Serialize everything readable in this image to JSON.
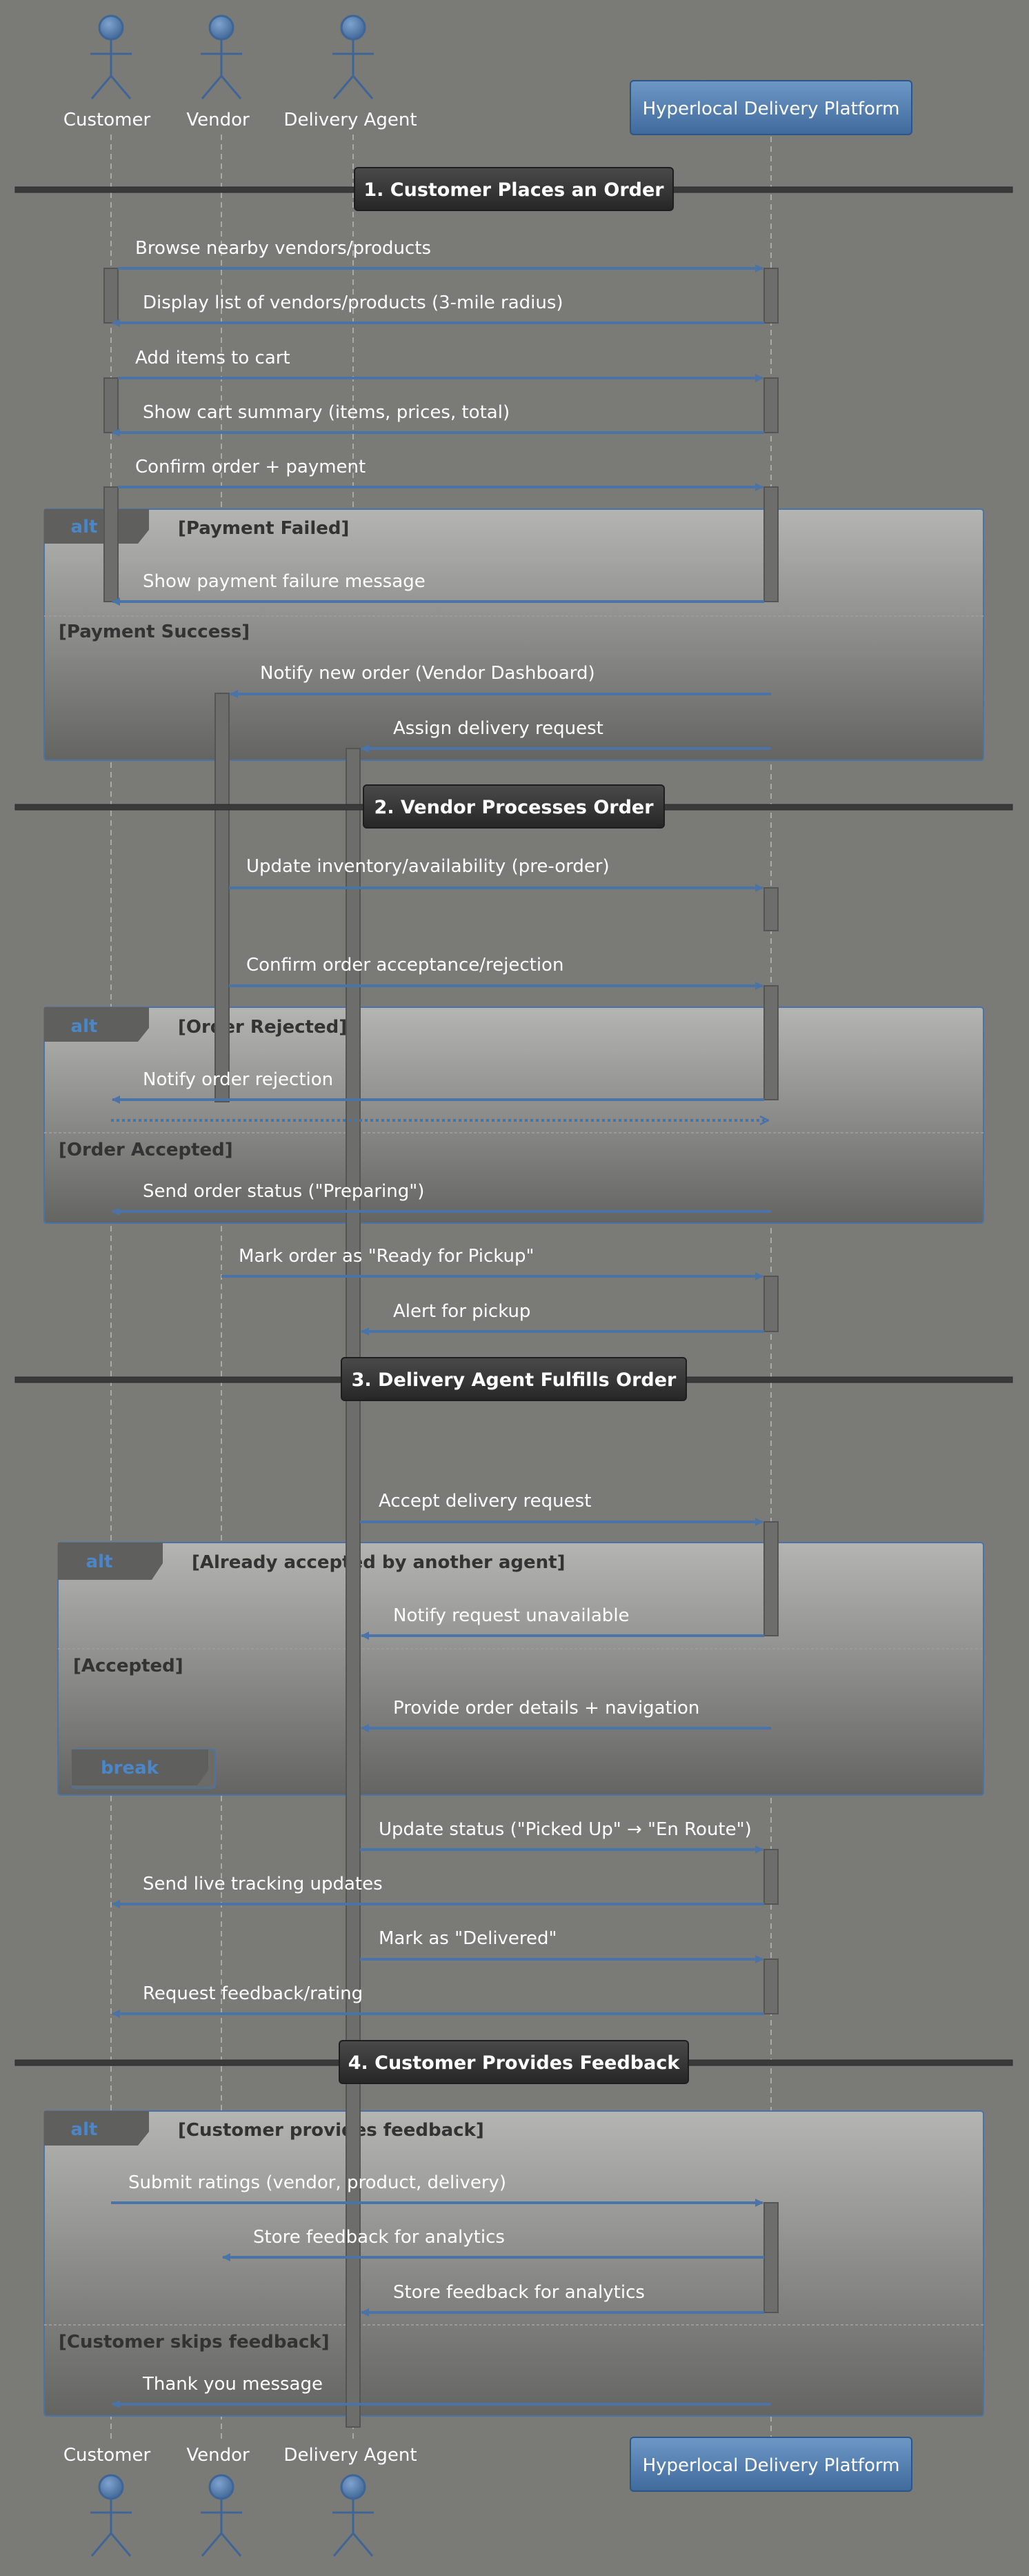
{
  "participants": {
    "customer": "Customer",
    "vendor": "Vendor",
    "agent": "Delivery Agent",
    "platform": "Hyperlocal Delivery Platform"
  },
  "sections": {
    "s1": "1. Customer Places an Order",
    "s2": "2. Vendor Processes Order",
    "s3": "3. Delivery Agent Fulfills Order",
    "s4": "4. Customer Provides Feedback"
  },
  "fragments": {
    "alt": "alt",
    "break": "break",
    "payment_failed": "[Payment Failed]",
    "payment_success": "[Payment Success]",
    "order_rejected": "[Order Rejected]",
    "order_accepted": "[Order Accepted]",
    "already_accepted": "[Already accepted by another agent]",
    "accepted": "[Accepted]",
    "provides_feedback": "[Customer provides feedback]",
    "skips_feedback": "[Customer skips feedback]"
  },
  "messages": {
    "browse": "Browse nearby vendors/products",
    "display_list": "Display list of vendors/products (3-mile radius)",
    "add_items": "Add items to cart",
    "cart_summary": "Show cart summary (items, prices, total)",
    "confirm_order": "Confirm order + payment",
    "payment_failure": "Show payment failure message",
    "notify_new_order": "Notify new order (Vendor Dashboard)",
    "assign_delivery": "Assign delivery request",
    "update_inventory": "Update inventory/availability (pre-order)",
    "confirm_acceptance": "Confirm order acceptance/rejection",
    "notify_rejection": "Notify order rejection",
    "send_status": "Send order status (\"Preparing\")",
    "mark_ready": "Mark order as \"Ready for Pickup\"",
    "alert_pickup": "Alert for pickup",
    "accept_delivery": "Accept delivery request",
    "notify_unavailable": "Notify request unavailable",
    "provide_details": "Provide order details + navigation",
    "update_status": "Update status (\"Picked Up\" → \"En Route\")",
    "live_tracking": "Send live tracking updates",
    "mark_delivered": "Mark as \"Delivered\"",
    "request_feedback": "Request feedback/rating",
    "submit_ratings": "Submit ratings (vendor, product, delivery)",
    "store_feedback_vendor": "Store feedback for analytics",
    "store_feedback_agent": "Store feedback for analytics",
    "thank_you": "Thank you message"
  }
}
